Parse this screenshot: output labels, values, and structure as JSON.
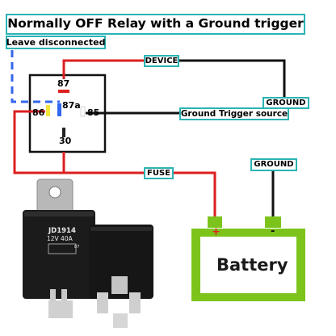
{
  "title": "Normally OFF Relay with a Ground trigger",
  "labels": {
    "leave_disconnected": "Leave disconnected",
    "device": "DEVICE",
    "ground_top": "GROUND",
    "ground_trigger_source": "Ground Trigger source",
    "fuse": "FUSE",
    "ground_battery": "GROUND"
  },
  "pins": {
    "p87": "87",
    "p87a": "87a",
    "p86": "86",
    "p85": "85",
    "p30": "30"
  },
  "battery": {
    "label": "Battery",
    "plus": "+",
    "minus": "-"
  },
  "relay_photo": {
    "model": "JD1914",
    "rating": "12V 40A",
    "pin_text": "87"
  },
  "colors": {
    "accent_border": "#2ab3b3",
    "wire_red": "#dd1f1f",
    "wire_black": "#111111",
    "wire_blue_dashed": "#3366ee",
    "battery_green": "#7cc41c"
  }
}
